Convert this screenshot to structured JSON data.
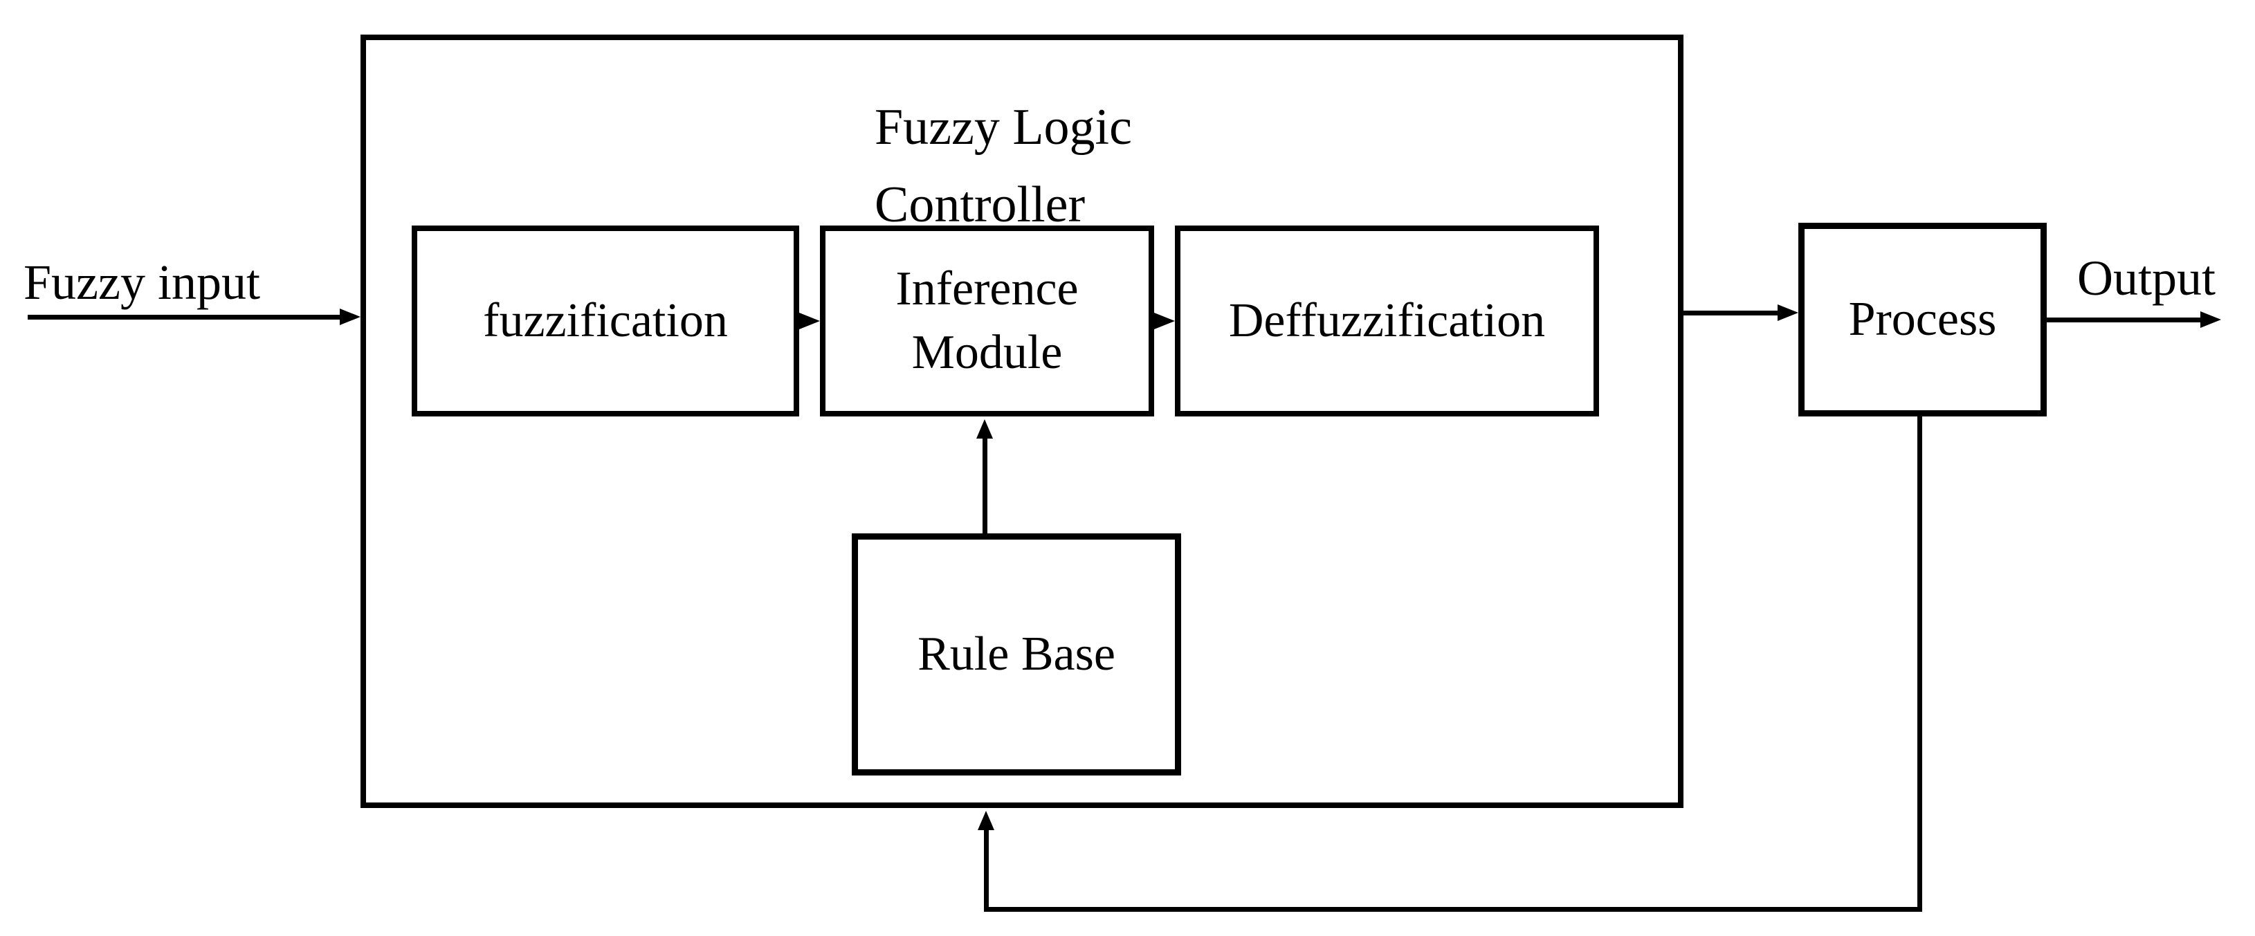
{
  "figure": {
    "type": "block-diagram",
    "colors": {
      "line": "#000000",
      "background": "#ffffff",
      "text": "#000000"
    },
    "controller": {
      "title_line1": "Fuzzy Logic",
      "title_line2": "Controller"
    },
    "blocks": {
      "fuzzification": {
        "label": "fuzzification"
      },
      "inference": {
        "line1": "Inference",
        "line2": "Module"
      },
      "defuzzification": {
        "label": "Deffuzzification"
      },
      "rule_base": {
        "label": "Rule Base"
      },
      "process": {
        "label": "Process"
      }
    },
    "annotations": {
      "input_label": "Fuzzy input",
      "output_label": "Output"
    },
    "connections": [
      "Fuzzy input -> Fuzzy Logic Controller",
      "fuzzification -> Inference Module",
      "Inference Module -> Deffuzzification",
      "Rule Base -> Inference Module",
      "Fuzzy Logic Controller -> Process",
      "Process -> Output",
      "Process -> Fuzzy Logic Controller (feedback)"
    ]
  }
}
